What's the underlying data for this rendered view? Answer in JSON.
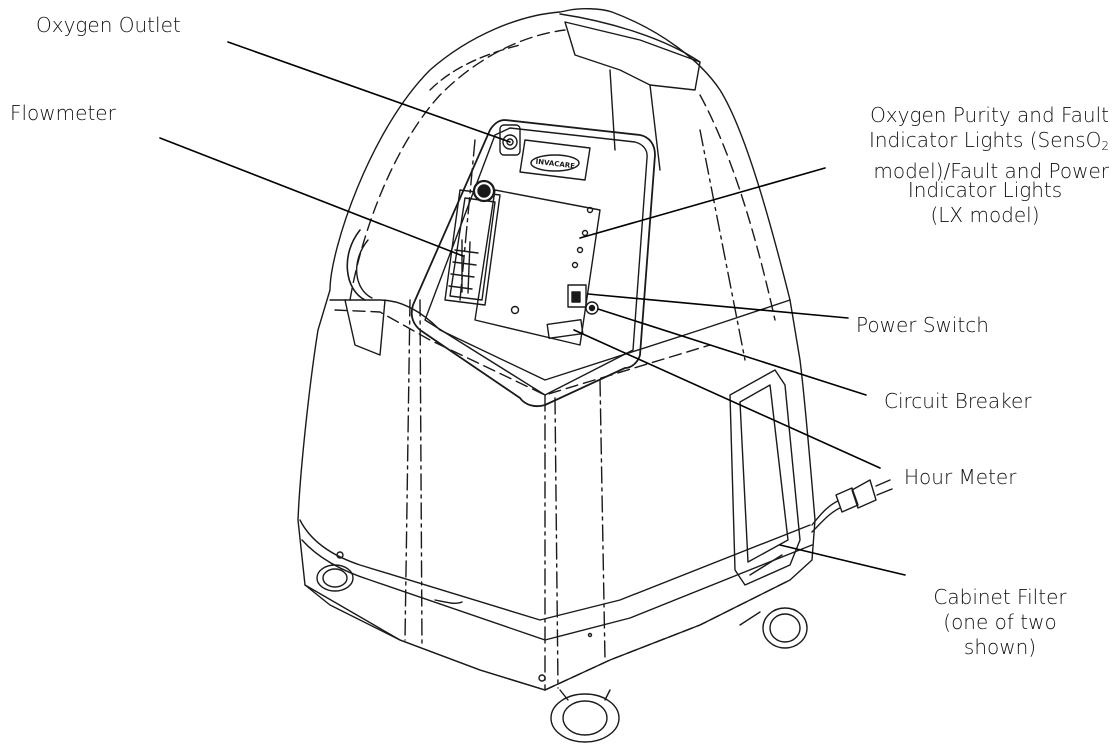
{
  "labels": {
    "oxygen_outlet": "Oxygen Outlet",
    "flowmeter": "Flowmeter",
    "purity_line1": "Oxygen Purity and Fault",
    "purity_line2_pre": "Indicator Lights (SensO",
    "purity_line2_sub": "2",
    "purity_line3": "model)/Fault and Power",
    "purity_line4": "Indicator Lights",
    "purity_line5": "(LX model)",
    "power_switch": "Power Switch",
    "circuit_breaker": "Circuit Breaker",
    "hour_meter": "Hour Meter",
    "filter_line1": "Cabinet Filter",
    "filter_line2": "(one of two",
    "filter_line3": "shown)"
  },
  "panel_logo": "INVACARE"
}
